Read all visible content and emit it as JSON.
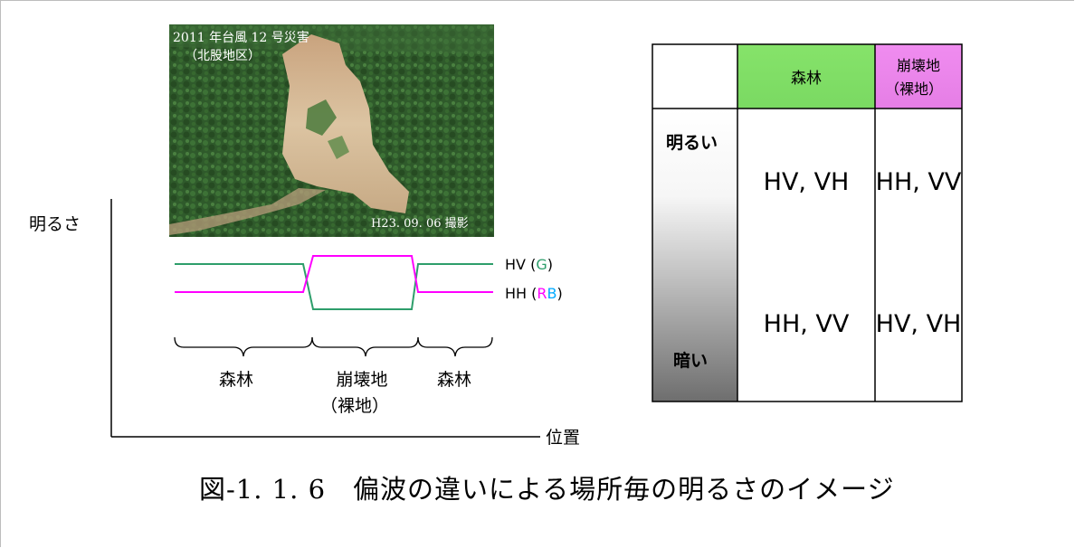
{
  "photo": {
    "title_line1": "2011 年台風 12 号災害",
    "title_line2": "（北股地区）",
    "date": "H23. 09. 06 撮影"
  },
  "axes": {
    "y_label": "明るさ",
    "x_label": "位置"
  },
  "signals": {
    "hv_prefix": "HV (",
    "hv_g": "G",
    "hv_suffix": ")",
    "hh_prefix": "HH (",
    "hh_r": "R",
    "hh_b": "B",
    "hh_suffix": ")"
  },
  "regions": {
    "forest_left": "森林",
    "landslide_line1": "崩壊地",
    "landslide_line2": "（裸地）",
    "forest_right": "森林"
  },
  "table": {
    "col1_header": "森林",
    "col2_header_line1": "崩壊地",
    "col2_header_line2": "（裸地）",
    "bright_label": "明るい",
    "dark_label": "暗い",
    "row_bright_col1": "HV,  VH",
    "row_bright_col2": "HH,  VV",
    "row_dark_col1": "HH,  VV",
    "row_dark_col2": "HV,  VH"
  },
  "caption": "図-1. 1. 6　偏波の違いによる場所毎の明るさのイメージ",
  "colors": {
    "hv_line": "#2e9e6b",
    "hh_line": "#ff00ff",
    "g_text": "#2e9e6b",
    "r_text": "#ff00ff",
    "b_text": "#00aaff",
    "forest_header": "#86e36a",
    "landslide_header": "#ee82ee"
  }
}
